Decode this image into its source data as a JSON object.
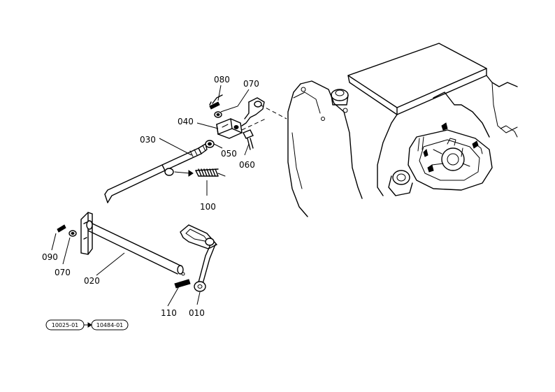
{
  "callouts": {
    "p010": "010",
    "p020": "020",
    "p030": "030",
    "p040": "040",
    "p050": "050",
    "p060": "060",
    "p070_top": "070",
    "p070_left": "070",
    "p080": "080",
    "p090": "090",
    "p100": "100",
    "p110": "110"
  },
  "serial_range": {
    "from": "10025-01",
    "to": "10484-01"
  }
}
